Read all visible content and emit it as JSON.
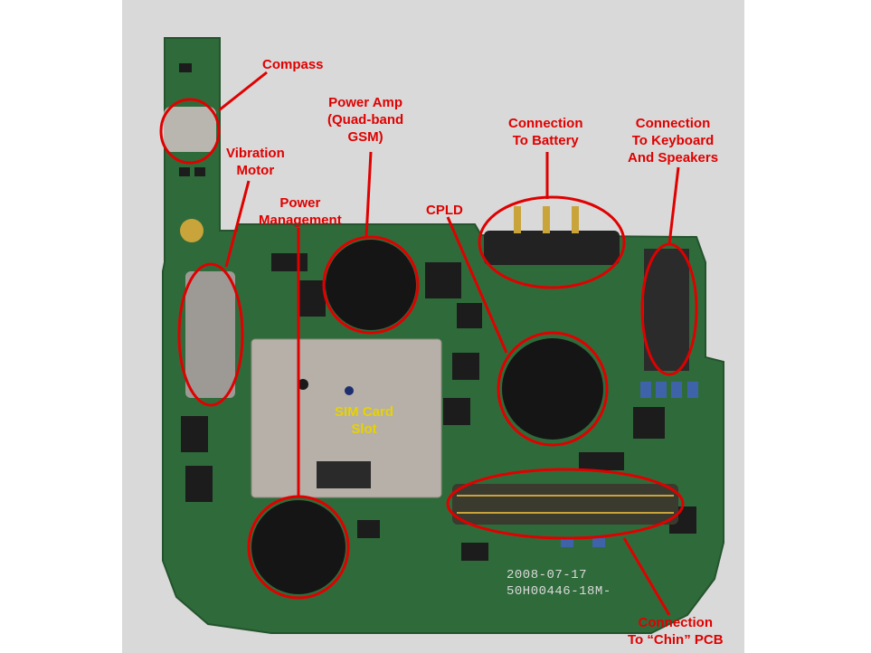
{
  "colors": {
    "annotation": "#e00000",
    "sim_label": "#e8d200",
    "background": "#ffffff",
    "photo_background": "#d9d9d9",
    "pcb_green": "#2f6b3a",
    "chip_black": "#151515",
    "shield_metal": "#b6b0a8"
  },
  "labels": {
    "compass": {
      "lines": [
        "Compass"
      ]
    },
    "vibration_motor": {
      "lines": [
        "Vibration",
        "Motor"
      ]
    },
    "power_amp": {
      "lines": [
        "Power Amp",
        "(Quad-band",
        "GSM)"
      ]
    },
    "power_management": {
      "lines": [
        "Power",
        "Management"
      ]
    },
    "connection_battery": {
      "lines": [
        "Connection",
        "To Battery"
      ]
    },
    "connection_keyboard": {
      "lines": [
        "Connection",
        "To Keyboard",
        "And Speakers"
      ]
    },
    "cpld": {
      "lines": [
        "CPLD"
      ]
    },
    "sim_card": {
      "lines": [
        "SIM Card",
        "Slot"
      ]
    },
    "connection_chin": {
      "lines": [
        "Connection",
        "To “Chin” PCB"
      ]
    }
  },
  "board_markings": {
    "date": "2008-07-17",
    "part_number": "50H00446-18M-"
  }
}
